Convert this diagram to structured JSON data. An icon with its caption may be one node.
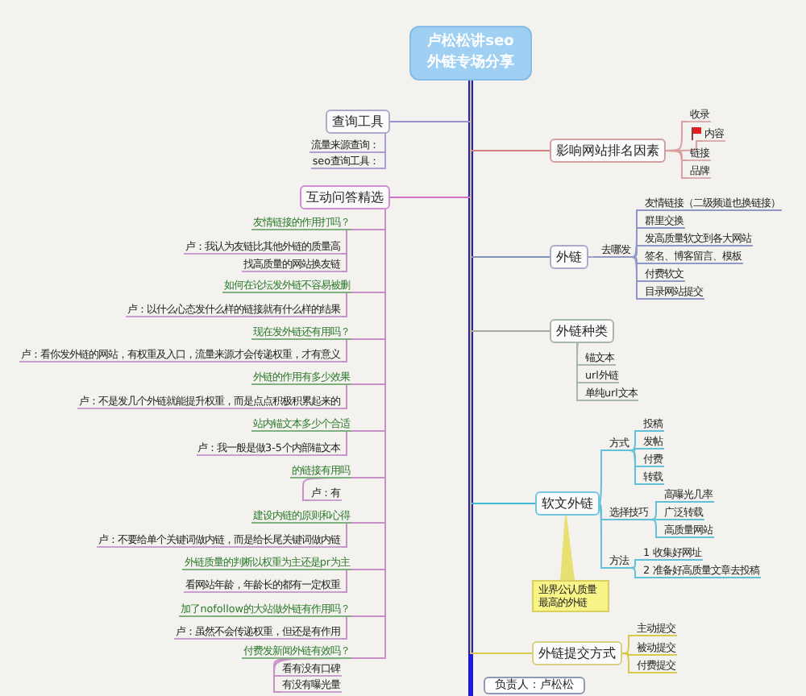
{
  "diagram": {
    "nodes": [
      {
        "text": [
          "卢松松讲seo外链专场分享"
        ]
      },
      {
        "text": [
          "查询工具"
        ]
      },
      {
        "text": [
          "流量来源查询："
        ]
      },
      {
        "text": [
          "seo查询工具："
        ]
      },
      {
        "text": [
          "互动问答精选"
        ]
      },
      {
        "text": [
          "友情链接的作用打吗？"
        ]
      },
      {
        "text": [
          "卢：我认为友链比其他外链的质量高"
        ]
      },
      {
        "text": [
          "找高质量的网站换友链"
        ]
      },
      {
        "text": [
          "如何在论坛发外链不容易被删"
        ]
      },
      {
        "text": [
          "卢：以什么心态发什么样的链接就有什么样的结果"
        ]
      },
      {
        "text": [
          "现在发外链还有用吗？"
        ]
      },
      {
        "text": [
          "卢：看你发外链的网站，有权重及入口，流量来源才会传递权重，才有意义"
        ]
      },
      {
        "text": [
          "外链的作用有多少效果"
        ]
      },
      {
        "text": [
          "卢：不是发几个外链就能提升权重，而是点点积极积累起来的"
        ]
      },
      {
        "text": [
          "站内锚文本多少个合适"
        ]
      },
      {
        "text": [
          "卢：我一般是做3-5个内部锚文本"
        ]
      },
      {
        "text": [
          "的链接有用吗"
        ]
      },
      {
        "text": [
          "卢：有"
        ]
      },
      {
        "text": [
          "建设内链的原则和心得"
        ]
      },
      {
        "text": [
          "卢：不要给单个关键词做内链，而是给长尾关键词做内链"
        ]
      },
      {
        "text": [
          "外链质量的判断以权重为主还是pr为主"
        ]
      },
      {
        "text": [
          "看网站年龄，年龄长的都有一定权重"
        ]
      },
      {
        "text": [
          "加了nofollow的大站做外链有作用吗？"
        ]
      },
      {
        "text": [
          "卢：虽然不会传递权重，但还是有作用"
        ]
      },
      {
        "text": [
          "付费发新闻外链有效吗？"
        ]
      },
      {
        "text": [
          "看有没有口碑"
        ]
      },
      {
        "text": [
          "有没有曝光量"
        ]
      },
      {
        "text": [
          "影响网站排名因素"
        ]
      },
      {
        "text": [
          "收录"
        ]
      },
      {
        "text": [
          "内容"
        ]
      },
      {
        "text": [
          "链接"
        ]
      },
      {
        "text": [
          "品牌"
        ]
      },
      {
        "text": [
          "外链"
        ]
      },
      {
        "text": [
          "去哪发"
        ]
      },
      {
        "text": [
          "友情链接（二级频道也换链接）"
        ]
      },
      {
        "text": [
          "群里交换"
        ]
      },
      {
        "text": [
          "发高质量软文到各大网站"
        ]
      },
      {
        "text": [
          "签名、博客留言、模板"
        ]
      },
      {
        "text": [
          "付费软文"
        ]
      },
      {
        "text": [
          "目录网站提交"
        ]
      },
      {
        "text": [
          "外链种类"
        ]
      },
      {
        "text": [
          "锚文本"
        ]
      },
      {
        "text": [
          "url外链"
        ]
      },
      {
        "text": [
          "单纯url文本"
        ]
      },
      {
        "text": [
          "软文外链"
        ]
      },
      {
        "text": [
          "方式"
        ]
      },
      {
        "text": [
          "投稿"
        ]
      },
      {
        "text": [
          "发帖"
        ]
      },
      {
        "text": [
          "付费"
        ]
      },
      {
        "text": [
          "转载"
        ]
      },
      {
        "text": [
          "选择技巧"
        ]
      },
      {
        "text": [
          "高曝光几率"
        ]
      },
      {
        "text": [
          "广泛转载"
        ]
      },
      {
        "text": [
          "高质量网站"
        ]
      },
      {
        "text": [
          "方法"
        ]
      },
      {
        "text": [
          "1 收集好网址"
        ]
      },
      {
        "text": [
          "2 准备好高质量文章去投稿"
        ]
      },
      {
        "text": [
          "业界公认质量最高的外链"
        ]
      },
      {
        "text": [
          "外链提交方式"
        ]
      },
      {
        "text": [
          "主动提交"
        ]
      },
      {
        "text": [
          "被动提交"
        ]
      },
      {
        "text": [
          "付费提交"
        ]
      },
      {
        "text": [
          "负责人：卢松松"
        ]
      }
    ],
    "edges": [
      {
        "from": 0,
        "to": 1,
        "arrow": "none",
        "color": "#9c8fcf"
      },
      {
        "from": 1,
        "to": 2,
        "arrow": "none",
        "color": "#a89cd0"
      },
      {
        "from": 1,
        "to": 3,
        "arrow": "none",
        "color": "#a89cd0"
      },
      {
        "from": 0,
        "to": 4,
        "arrow": "none",
        "color": "#d070c8"
      },
      {
        "from": 4,
        "to": 5,
        "arrow": "none",
        "color": "#c890c8"
      },
      {
        "from": 5,
        "to": 6,
        "arrow": "none",
        "color": "#c890c8"
      },
      {
        "from": 5,
        "to": 7,
        "arrow": "none",
        "color": "#c890c8"
      },
      {
        "from": 4,
        "to": 8,
        "arrow": "none",
        "color": "#c890c8"
      },
      {
        "from": 8,
        "to": 9,
        "arrow": "none",
        "color": "#c890c8"
      },
      {
        "from": 4,
        "to": 10,
        "arrow": "none",
        "color": "#c890c8"
      },
      {
        "from": 10,
        "to": 11,
        "arrow": "none",
        "color": "#c890c8"
      },
      {
        "from": 4,
        "to": 12,
        "arrow": "none",
        "color": "#c890c8"
      },
      {
        "from": 12,
        "to": 13,
        "arrow": "none",
        "color": "#c890c8"
      },
      {
        "from": 4,
        "to": 14,
        "arrow": "none",
        "color": "#c890c8"
      },
      {
        "from": 14,
        "to": 15,
        "arrow": "none",
        "color": "#c890c8"
      },
      {
        "from": 4,
        "to": 16,
        "arrow": "none",
        "color": "#c890c8"
      },
      {
        "from": 16,
        "to": 17,
        "arrow": "none",
        "color": "#c890c8"
      },
      {
        "from": 4,
        "to": 18,
        "arrow": "none",
        "color": "#c890c8"
      },
      {
        "from": 18,
        "to": 19,
        "arrow": "none",
        "color": "#c890c8"
      },
      {
        "from": 4,
        "to": 20,
        "arrow": "none",
        "color": "#c890c8"
      },
      {
        "from": 20,
        "to": 21,
        "arrow": "none",
        "color": "#c890c8"
      },
      {
        "from": 4,
        "to": 22,
        "arrow": "none",
        "color": "#c890c8"
      },
      {
        "from": 22,
        "to": 23,
        "arrow": "none",
        "color": "#c890c8"
      },
      {
        "from": 4,
        "to": 24,
        "arrow": "none",
        "color": "#c890c8"
      },
      {
        "from": 24,
        "to": 25,
        "arrow": "none",
        "color": "#c890c8"
      },
      {
        "from": 24,
        "to": 26,
        "arrow": "none",
        "color": "#c890c8"
      },
      {
        "from": 0,
        "to": 27,
        "arrow": "none",
        "color": "#d08080"
      },
      {
        "from": 27,
        "to": 28,
        "arrow": "none",
        "color": "#d8a0a0"
      },
      {
        "from": 27,
        "to": 29,
        "arrow": "none",
        "color": "#d8a0a0"
      },
      {
        "from": 27,
        "to": 30,
        "arrow": "none",
        "color": "#d8a0a0"
      },
      {
        "from": 27,
        "to": 31,
        "arrow": "none",
        "color": "#d8a0a0"
      },
      {
        "from": 0,
        "to": 32,
        "arrow": "none",
        "color": "#8090b8"
      },
      {
        "from": 32,
        "to": 33,
        "arrow": "none",
        "color": "#9098c0"
      },
      {
        "from": 33,
        "to": 34,
        "arrow": "none",
        "color": "#9098c8"
      },
      {
        "from": 33,
        "to": 35,
        "arrow": "none",
        "color": "#9098c8"
      },
      {
        "from": 33,
        "to": 36,
        "arrow": "none",
        "color": "#9098c8"
      },
      {
        "from": 33,
        "to": 37,
        "arrow": "none",
        "color": "#9098c8"
      },
      {
        "from": 33,
        "to": 38,
        "arrow": "none",
        "color": "#9098c8"
      },
      {
        "from": 33,
        "to": 39,
        "arrow": "none",
        "color": "#9098c8"
      },
      {
        "from": 0,
        "to": 40,
        "arrow": "none",
        "color": "#a0a8a0"
      },
      {
        "from": 40,
        "to": 41,
        "arrow": "none",
        "color": "#a8b8a8"
      },
      {
        "from": 40,
        "to": 42,
        "arrow": "none",
        "color": "#a8b8a8"
      },
      {
        "from": 40,
        "to": 43,
        "arrow": "none",
        "color": "#a8b8a8"
      },
      {
        "from": 0,
        "to": 44,
        "arrow": "none",
        "color": "#40b8d8"
      },
      {
        "from": 44,
        "to": 45,
        "arrow": "none",
        "color": "#60c0d8"
      },
      {
        "from": 45,
        "to": 46,
        "arrow": "none",
        "color": "#60c0d8"
      },
      {
        "from": 45,
        "to": 47,
        "arrow": "none",
        "color": "#60c0d8"
      },
      {
        "from": 45,
        "to": 48,
        "arrow": "none",
        "color": "#60c0d8"
      },
      {
        "from": 45,
        "to": 49,
        "arrow": "none",
        "color": "#60c0d8"
      },
      {
        "from": 44,
        "to": 50,
        "arrow": "none",
        "color": "#60c0d8"
      },
      {
        "from": 50,
        "to": 51,
        "arrow": "none",
        "color": "#60c0d8"
      },
      {
        "from": 50,
        "to": 52,
        "arrow": "none",
        "color": "#60c0d8"
      },
      {
        "from": 50,
        "to": 53,
        "arrow": "none",
        "color": "#60c0d8"
      },
      {
        "from": 44,
        "to": 54,
        "arrow": "none",
        "color": "#60c0d8"
      },
      {
        "from": 54,
        "to": 55,
        "arrow": "none",
        "color": "#60c0d8"
      },
      {
        "from": 54,
        "to": 56,
        "arrow": "none",
        "color": "#60c0d8"
      },
      {
        "from": 44,
        "to": 57,
        "arrow": "none",
        "color": "#e8e070"
      },
      {
        "from": 0,
        "to": 58,
        "arrow": "none",
        "color": "#d8c850"
      },
      {
        "from": 58,
        "to": 59,
        "arrow": "none",
        "color": "#d8c850"
      },
      {
        "from": 58,
        "to": 60,
        "arrow": "none",
        "color": "#d8c850"
      },
      {
        "from": 58,
        "to": 61,
        "arrow": "none",
        "color": "#d8c850"
      }
    ]
  }
}
